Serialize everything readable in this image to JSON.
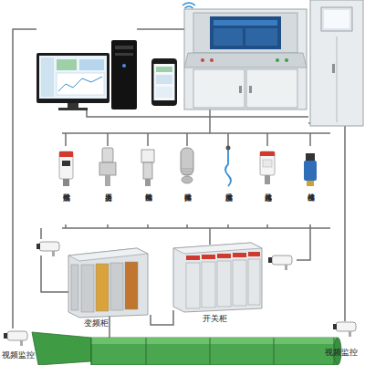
{
  "diagram": {
    "labels": [
      "甲烷传感器",
      "压力变送器",
      "振动传感器",
      "噪声传感器",
      "温度传感器",
      "风速传感器",
      "位移传感器",
      "变频柜",
      "开关柜",
      "视频监控",
      "视频监控"
    ]
  }
}
